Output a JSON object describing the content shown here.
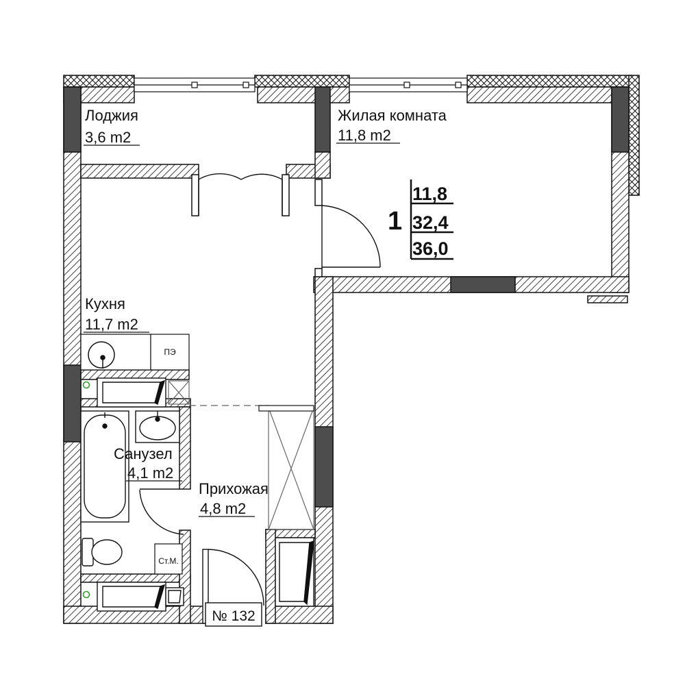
{
  "rooms": {
    "loggia": {
      "name": "Лоджия",
      "area": "3,6 m2"
    },
    "living": {
      "name": "Жилая комната",
      "area": "11,8 m2"
    },
    "kitchen": {
      "name": "Кухня",
      "area": "11,7 m2"
    },
    "bathroom": {
      "name": "Санузел",
      "area": "4,1 m2"
    },
    "hallway": {
      "name": "Прихожая",
      "area": "4,8 m2"
    }
  },
  "summary": {
    "rooms_count": "1",
    "living_area": "11,8",
    "total_area": "32,4",
    "total_with_loggia": "36,0"
  },
  "fixtures": {
    "stove_label": "ПЭ",
    "washer_label": "Ст.М."
  },
  "apartment_number": "№ 132",
  "colors": {
    "wall_line": "#111111",
    "column_fill": "#4d4d4d",
    "plumbing_marker": "#2e9e2e"
  }
}
